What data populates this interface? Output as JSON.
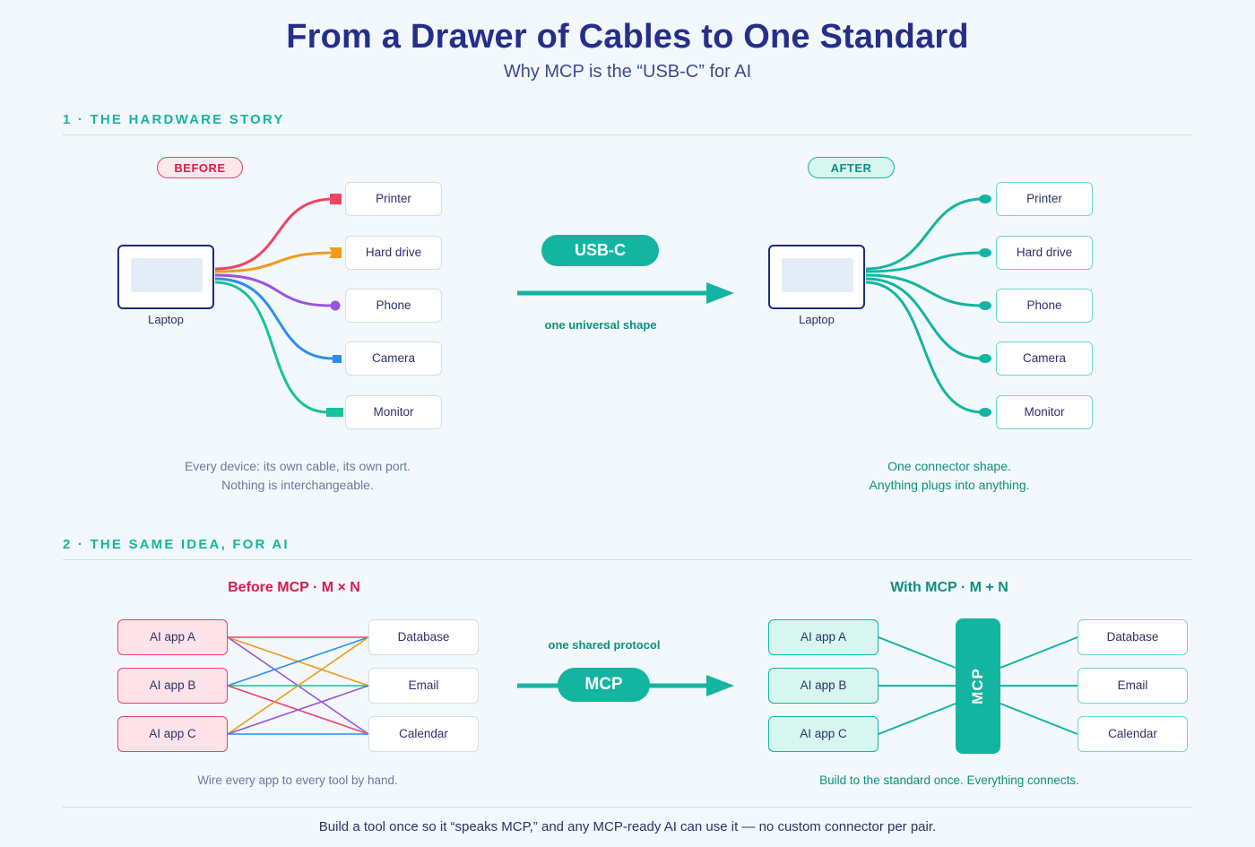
{
  "title": "From a Drawer of Cables to One Standard",
  "subtitle": "Why MCP is the “USB-C” for AI",
  "section1": {
    "heading": "1 · THE HARDWARE STORY",
    "before": {
      "pill": "BEFORE",
      "laptop_label": "Laptop",
      "devices": [
        "Printer",
        "Hard drive",
        "Phone",
        "Camera",
        "Monitor"
      ],
      "cable_colors": [
        "#ee4565",
        "#f29a1e",
        "#9a55dc",
        "#2b8ef0",
        "#17c39a"
      ],
      "note_line1": "Every device: its own cable, its own port.",
      "note_line2": "Nothing is interchangeable."
    },
    "middle": {
      "badge": "USB-C",
      "caption": "one universal shape"
    },
    "after": {
      "pill": "AFTER",
      "laptop_label": "Laptop",
      "devices": [
        "Printer",
        "Hard drive",
        "Phone",
        "Camera",
        "Monitor"
      ],
      "note_line1": "One connector shape.",
      "note_line2": "Anything plugs into anything."
    }
  },
  "section2": {
    "heading": "2 · THE SAME IDEA, FOR AI",
    "before": {
      "heading": "Before MCP · M × N",
      "apps": [
        "AI app A",
        "AI app B",
        "AI app C"
      ],
      "tools": [
        "Database",
        "Email",
        "Calendar"
      ],
      "note": "Wire every app to every tool by hand."
    },
    "middle": {
      "caption": "one shared protocol",
      "badge": "MCP"
    },
    "after": {
      "heading": "With MCP · M + N",
      "apps": [
        "AI app A",
        "AI app B",
        "AI app C"
      ],
      "hub": "MCP",
      "tools": [
        "Database",
        "Email",
        "Calendar"
      ],
      "note": "Build to the standard once. Everything connects."
    }
  },
  "footer": "Build a tool once so it “speaks MCP,” and any MCP-ready AI can use it — no custom connector per pair.",
  "colors": {
    "navy": "#252f8a",
    "teal": "#13b5a1",
    "red": "#e8416a"
  }
}
